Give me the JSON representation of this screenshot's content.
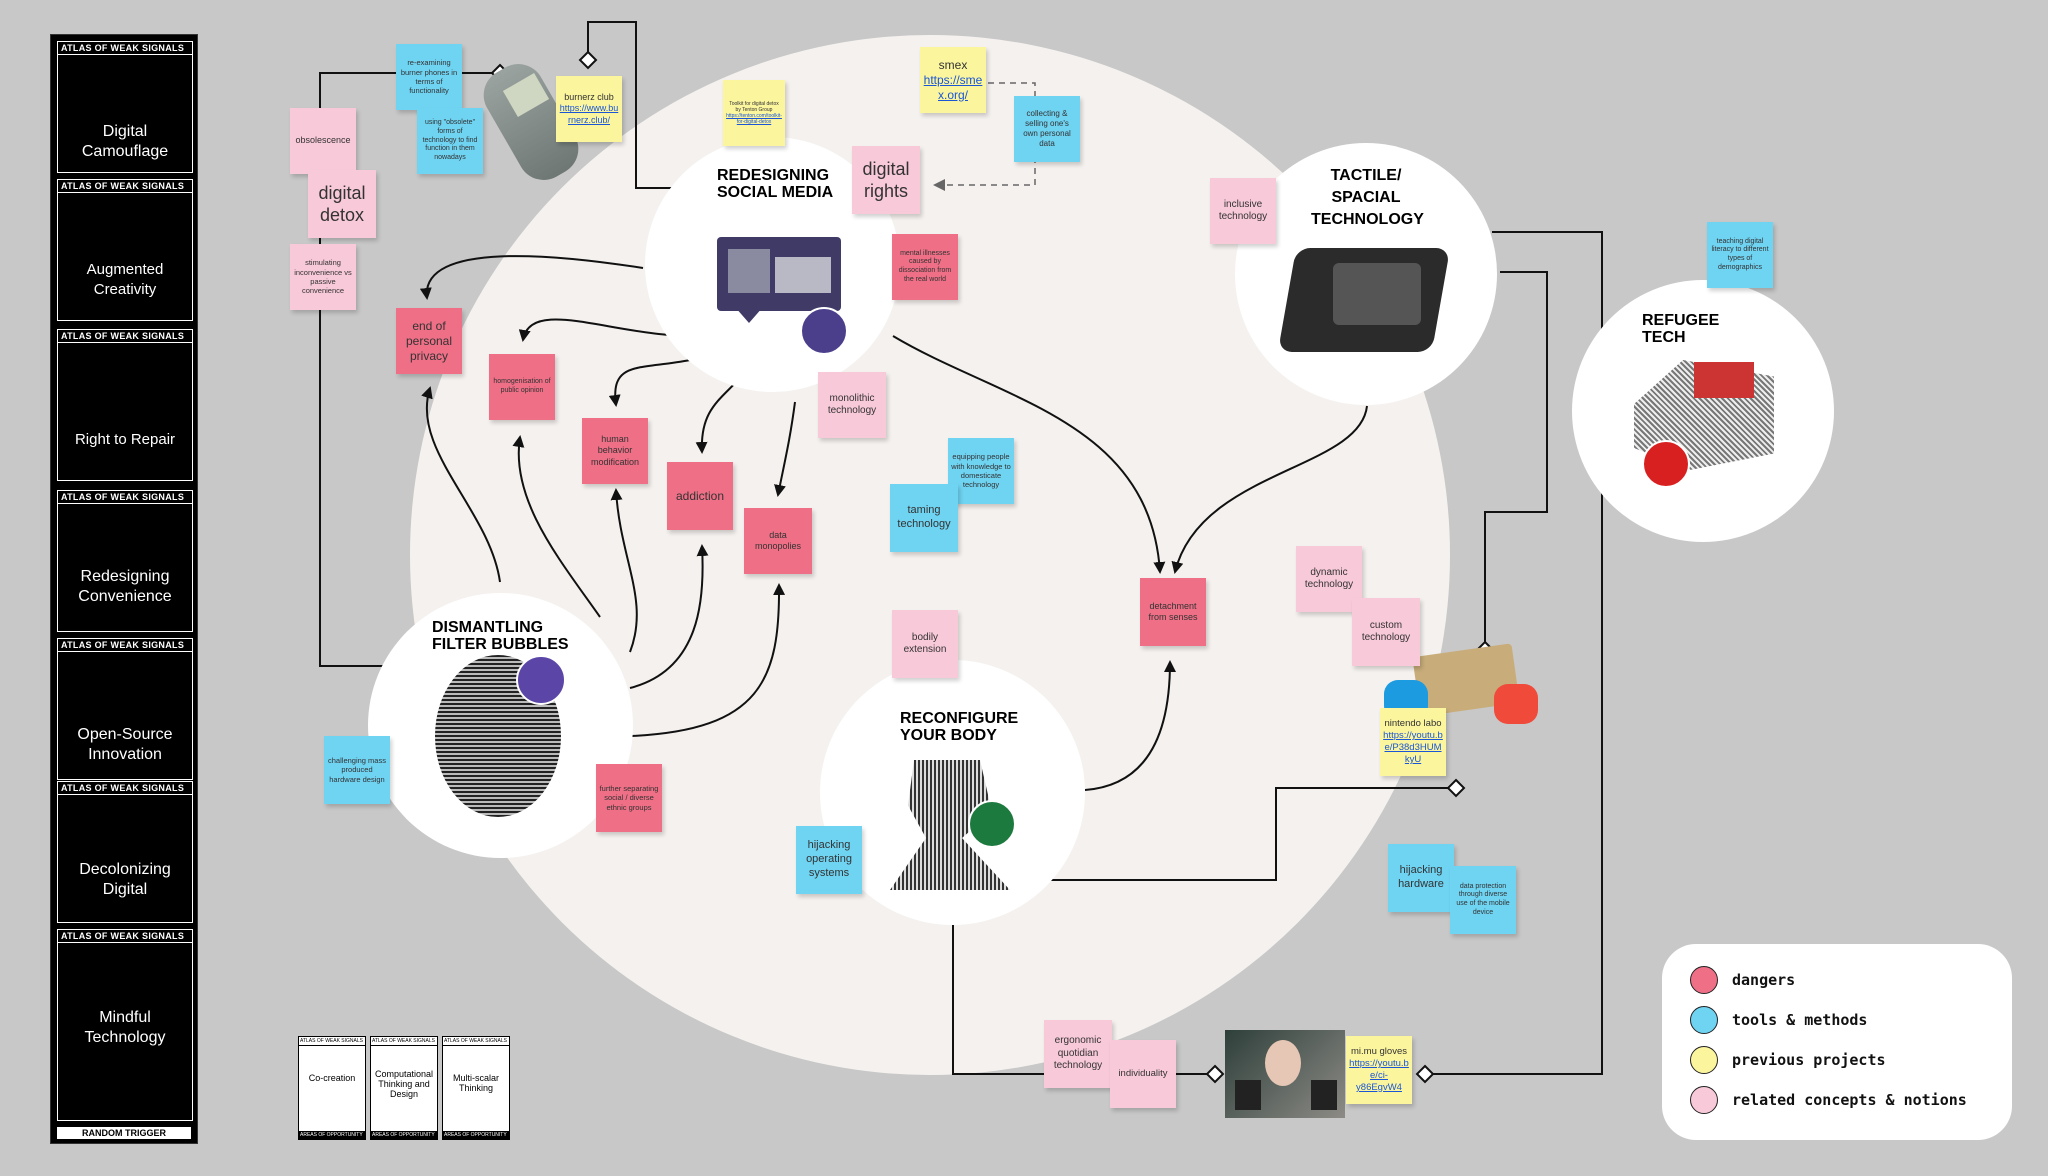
{
  "strip": {
    "header": "ATLAS OF WEAK SIGNALS",
    "cards": [
      "Digital Camouflage",
      "Augmented Creativity",
      "Right to Repair",
      "Redesigning Convenience",
      "Open-Source Innovation",
      "Decolonizing Digital",
      "Mindful Technology"
    ],
    "random_trigger": "RANDOM TRIGGER"
  },
  "opportunity_cards": {
    "header": "ATLAS OF WEAK SIGNALS",
    "footer": "AREAS OF OPPORTUNITY",
    "items": [
      "Co-creation",
      "Computational Thinking and Design",
      "Multi-scalar Thinking"
    ]
  },
  "topics": {
    "redesigning_social_media": "REDESIGNING SOCIAL MEDIA",
    "tactile_spacial_technology": "TACTILE/ SPACIAL TECHNOLOGY",
    "refugee_tech": "REFUGEE TECH",
    "dismantling_filter_bubbles": "DISMANTLING FILTER BUBBLES",
    "reconfigure_your_body": "RECONFIGURE YOUR BODY"
  },
  "notes": {
    "obsolescence": "obsolescence",
    "digital_detox": "digital detox",
    "stimulating": "stimulating inconvenience vs passive convenience",
    "reexamining": "re-examining burner phones in terms of functionality",
    "obsolete_forms": "using \"obsolete\" forms of technology to find function in them nowadays",
    "burnerz_club": "burnerz club",
    "burnerz_link": "https://www.burnerz.club/",
    "toolkit": "Toolkit for digital detox by Tenton Group",
    "toolkit_link": "https://tenton.com/toolkit-for-digital-detox",
    "smex": "smex",
    "smex_link": "https://smex.org/",
    "collecting_data": "collecting & selling one's own personal data",
    "digital_rights": "digital rights",
    "mental_illnesses": "mental illnesses caused by dissociation from the real world",
    "end_privacy": "end of personal privacy",
    "homogenisation": "homogenisation of public opinion",
    "human_behavior": "human behavior modification",
    "addiction": "addiction",
    "data_monopolies": "data monopolies",
    "monolithic": "monolithic technology",
    "inclusive_technology": "inclusive technology",
    "teaching_literacy": "teaching digital literacy to different types of demographics",
    "equipping": "equipping people with knowledge to domesticate technology",
    "taming": "taming technology",
    "detachment": "detachment from senses",
    "dynamic": "dynamic technology",
    "custom": "custom technology",
    "nintendo": "nintendo labo",
    "nintendo_link": "https://youtu.be/P38d3HUMkyU",
    "bodily": "bodily extension",
    "challenging": "challenging mass produced hardware design",
    "further_separating": "further separating social / diverse ethnic groups",
    "hijacking_os": "hijacking operating systems",
    "hijacking_hardware": "hijacking hardware",
    "data_protection": "data protection through diverse use of the mobile device",
    "ergonomic": "ergonomic quotidian technology",
    "individuality": "individuality",
    "mimu": "mi.mu gloves",
    "mimu_link": "https://youtu.be/ci-y86EgvW4"
  },
  "legend": [
    {
      "label": "dangers",
      "color": "#ee6f86"
    },
    {
      "label": "tools & methods",
      "color": "#6fd3f2"
    },
    {
      "label": "previous projects",
      "color": "#fbf59e"
    },
    {
      "label": "related concepts & notions",
      "color": "#f8c9d9"
    }
  ],
  "colors": {
    "background": "#c8c8c8",
    "map_circle": "#f5f1ef",
    "dangers": "#ee6f86",
    "tools": "#6fd3f2",
    "projects": "#fbf59e",
    "concepts": "#f8c9d9"
  }
}
